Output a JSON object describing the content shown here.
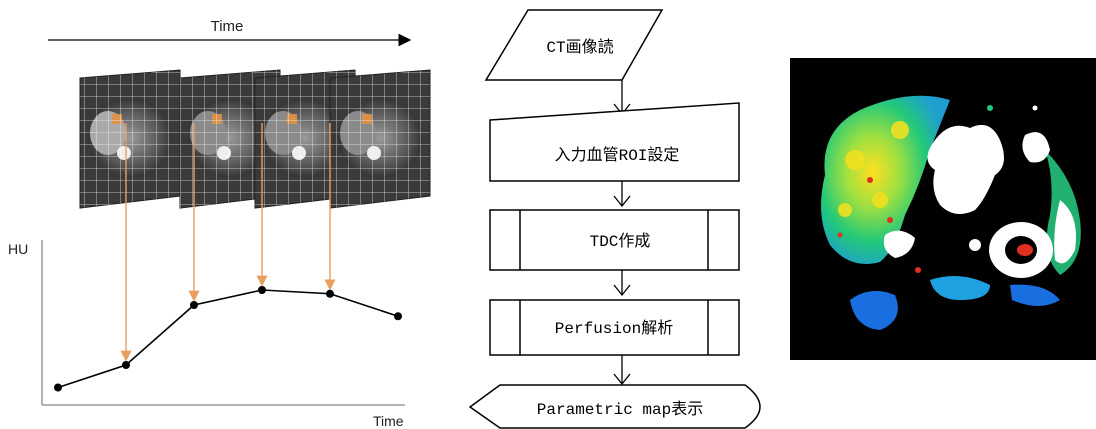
{
  "left_panel": {
    "time_label_top": "Time",
    "hu_label": "HU",
    "time_label_bottom": "Time",
    "tdc_points": [
      {
        "frame": 1,
        "hu": 1.0
      },
      {
        "frame": 2,
        "hu": 1.6
      },
      {
        "frame": 3,
        "hu": 3.2
      },
      {
        "frame": 4,
        "hu": 3.6
      },
      {
        "frame": 5,
        "hu": 3.5
      },
      {
        "frame": 6,
        "hu": 2.9
      }
    ],
    "frame_count": 4,
    "colors": {
      "arrow": "#e8a060",
      "line": "#000000",
      "axis": "#888888",
      "roi": "#e09040"
    }
  },
  "flowchart": {
    "steps": [
      {
        "shape": "parallelogram",
        "label": "CT画像読"
      },
      {
        "shape": "manual-input",
        "label": "入力血管ROI設定"
      },
      {
        "shape": "predefined-process",
        "label": "TDC作成"
      },
      {
        "shape": "predefined-process",
        "label": "Perfusion解析"
      },
      {
        "shape": "display",
        "label": "Parametric map表示"
      }
    ]
  },
  "parametric_map": {
    "colors": {
      "background": "#000000",
      "low": "#1a6fe0",
      "mid": "#22c87a",
      "high": "#f0e020",
      "peak": "#e03020",
      "vessel": "#ffffff"
    }
  }
}
